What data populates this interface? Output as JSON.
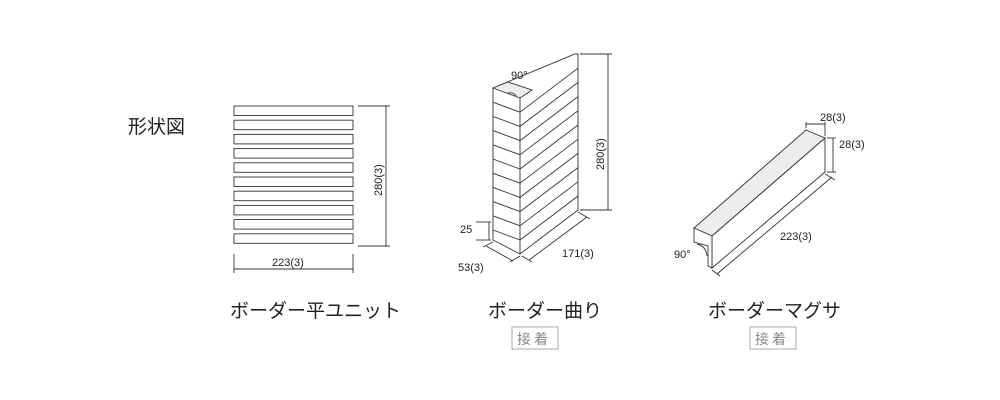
{
  "section_label": "形状図",
  "items": [
    {
      "name": "ボーダー平ユニット",
      "badge": "",
      "dims": {
        "height": "280(3)",
        "width": "223(3)"
      }
    },
    {
      "name": "ボーダー曲り",
      "badge": "接着",
      "dims": {
        "angle": "90°",
        "height": "280(3)",
        "thickness": "25",
        "depth": "53(3)",
        "length": "171(3)"
      }
    },
    {
      "name": "ボーダーマグサ",
      "badge": "接着",
      "dims": {
        "top_width": "28(3)",
        "side_height": "28(3)",
        "length": "223(3)",
        "angle": "90°"
      }
    }
  ]
}
